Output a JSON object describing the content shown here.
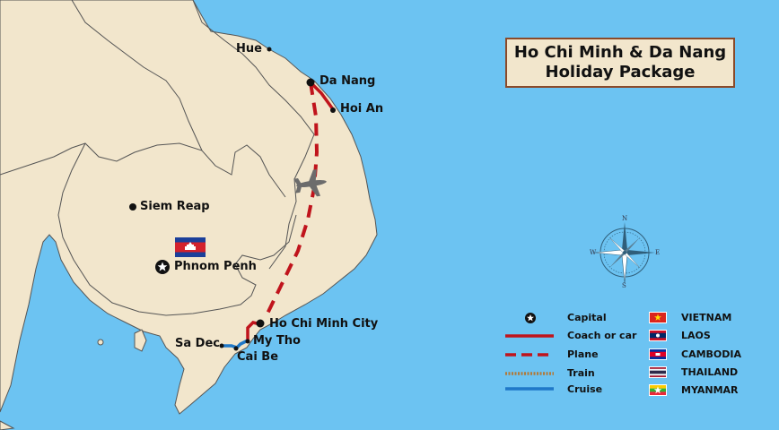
{
  "title": "Ho Chi Minh & Da Nang Holiday Package",
  "cities": [
    {
      "name": "Hue"
    },
    {
      "name": "Da Nang"
    },
    {
      "name": "Hoi An"
    },
    {
      "name": "Siem Reap"
    },
    {
      "name": "Phnom Penh"
    },
    {
      "name": "Ho Chi Minh City"
    },
    {
      "name": "My Tho"
    },
    {
      "name": "Sa Dec"
    },
    {
      "name": "Cai Be"
    }
  ],
  "legend": {
    "capital": "Capital",
    "coach": "Coach or car",
    "plane": "Plane",
    "train": "Train",
    "cruise": "Cruise"
  },
  "countries": [
    {
      "name": "VIETNAM"
    },
    {
      "name": "LAOS"
    },
    {
      "name": "CAMBODIA"
    },
    {
      "name": "THAILAND"
    },
    {
      "name": "MYANMAR"
    }
  ],
  "compass": {
    "n": "N",
    "s": "S",
    "e": "E",
    "w": "W"
  },
  "colors": {
    "sea": "#6cc3f2",
    "land": "#f2e6cc",
    "border": "#555555",
    "coach": "#c0141c",
    "plane": "#c0141c",
    "train": "#b07a3a",
    "cruise": "#1f78c8"
  }
}
